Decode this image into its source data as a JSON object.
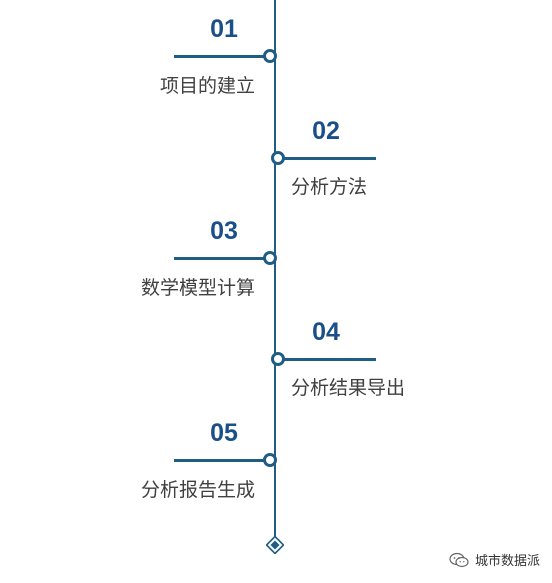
{
  "colors": {
    "primary": "#1f5d85",
    "number": "#1b4f8a",
    "label": "#404040"
  },
  "timeline": {
    "steps": [
      {
        "num": "01",
        "label": "项目的建立",
        "side": "left"
      },
      {
        "num": "02",
        "label": "分析方法",
        "side": "right"
      },
      {
        "num": "03",
        "label": "数学模型计算",
        "side": "left"
      },
      {
        "num": "04",
        "label": "分析结果导出",
        "side": "right"
      },
      {
        "num": "05",
        "label": "分析报告生成",
        "side": "left"
      }
    ],
    "end_icon": "diamond-icon"
  },
  "watermark": {
    "icon": "wechat-icon",
    "text": "城市数据派"
  }
}
